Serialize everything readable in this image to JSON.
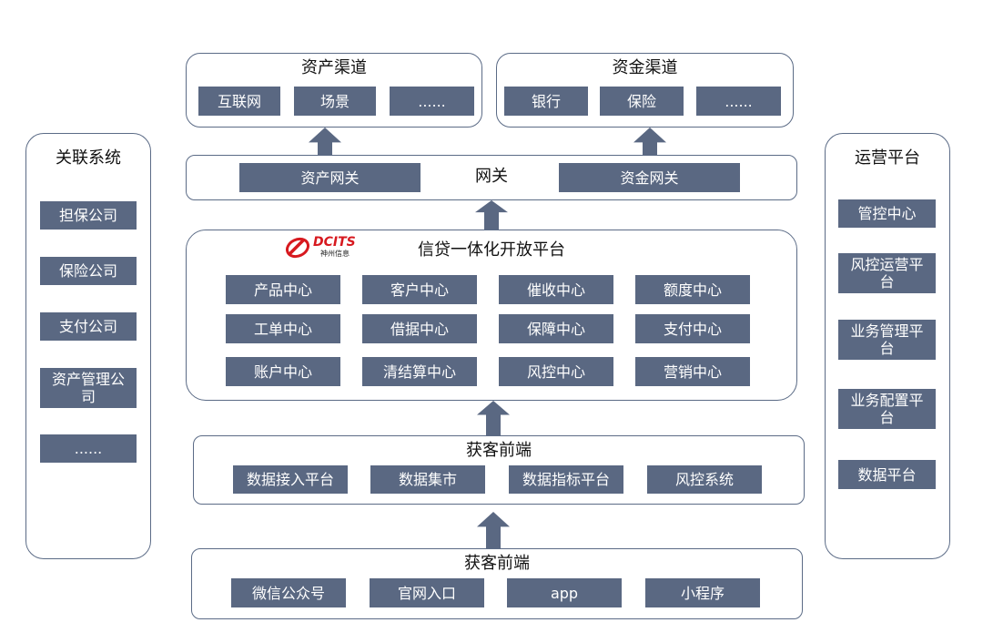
{
  "asset_channel": {
    "title": "资产渠道",
    "items": [
      "互联网",
      "场景",
      "......"
    ]
  },
  "fund_channel": {
    "title": "资金渠道",
    "items": [
      "银行",
      "保险",
      "......"
    ]
  },
  "gateway": {
    "title": "网关",
    "asset_gateway": "资产网关",
    "fund_gateway": "资金网关"
  },
  "platform": {
    "logo_text": "DCITS",
    "logo_subtext": "神州信息",
    "title": "信贷一体化开放平台",
    "modules": [
      "产品中心",
      "客户中心",
      "催收中心",
      "额度中心",
      "工单中心",
      "借据中心",
      "保障中心",
      "支付中心",
      "账户中心",
      "清结算中心",
      "风控中心",
      "营销中心"
    ]
  },
  "acquisition_mid": {
    "title": "获客前端",
    "items": [
      "数据接入平台",
      "数据集市",
      "数据指标平台",
      "风控系统"
    ]
  },
  "acquisition_front": {
    "title": "获客前端",
    "items": [
      "微信公众号",
      "官网入口",
      "app",
      "小程序"
    ]
  },
  "related_systems": {
    "title": "关联系统",
    "items": [
      "担保公司",
      "保险公司",
      "支付公司",
      "资产管理公司",
      "......"
    ]
  },
  "operations_platform": {
    "title": "运营平台",
    "items": [
      "管控中心",
      "风控运营平台",
      "业务管理平台",
      "业务配置平台",
      "数据平台"
    ]
  },
  "colors": {
    "box_fill": "#5a6882",
    "border": "#5b6b86",
    "logo_red": "#d7191f"
  }
}
